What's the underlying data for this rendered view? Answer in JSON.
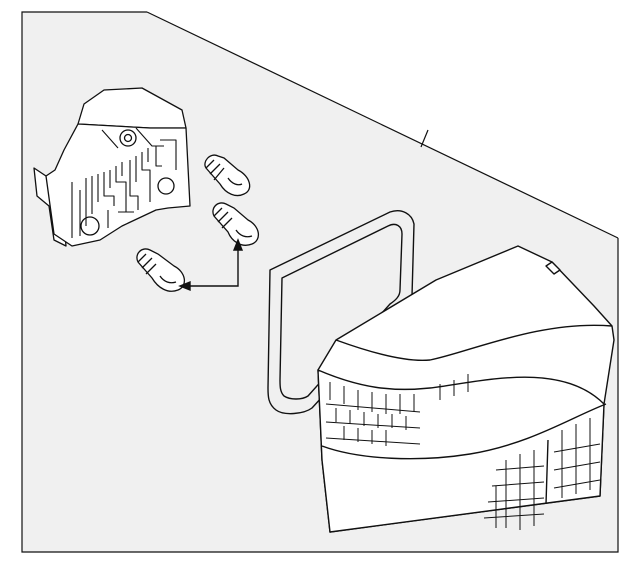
{
  "diagram": {
    "kind": "exploded parts illustration",
    "background": "#ffffff",
    "panel_fill": "#f0f0f0",
    "line_color": "#111111",
    "parts": [
      {
        "name": "bulb-socket-carrier"
      },
      {
        "name": "bulb-upper"
      },
      {
        "name": "bulb-middle"
      },
      {
        "name": "bulb-lower"
      },
      {
        "name": "lens-gasket"
      },
      {
        "name": "tail-lamp-housing"
      }
    ]
  }
}
